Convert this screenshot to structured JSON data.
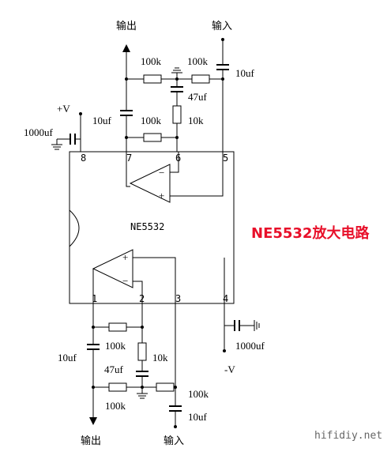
{
  "title": "NE5532放大电路",
  "title_color": "#e8102a",
  "chip_label": "NE5532",
  "watermark": "hifidiy.net",
  "top": {
    "output_label": "输出",
    "input_label": "输入",
    "r_feedback_top": "100k",
    "r_input_top": "100k",
    "r_feedback_bottom": "100k",
    "c_bias": "47uf",
    "r_bias": "10k",
    "c_input": "10uf",
    "c_output": "10uf"
  },
  "bottom": {
    "output_label": "输出",
    "input_label": "输入",
    "r_feedback_top": "100k",
    "r_feedback_bottom": "100k",
    "r_input": "100k",
    "c_bias": "47uf",
    "r_bias": "10k",
    "c_input": "10uf",
    "c_output": "10uf"
  },
  "supply": {
    "vplus_label": "+V",
    "vminus_label": "-V",
    "c_plus": "1000uf",
    "c_minus": "1000uf"
  },
  "pins": [
    "1",
    "2",
    "3",
    "4",
    "5",
    "6",
    "7",
    "8"
  ],
  "opamp_signs": {
    "minus": "−",
    "plus": "+"
  }
}
